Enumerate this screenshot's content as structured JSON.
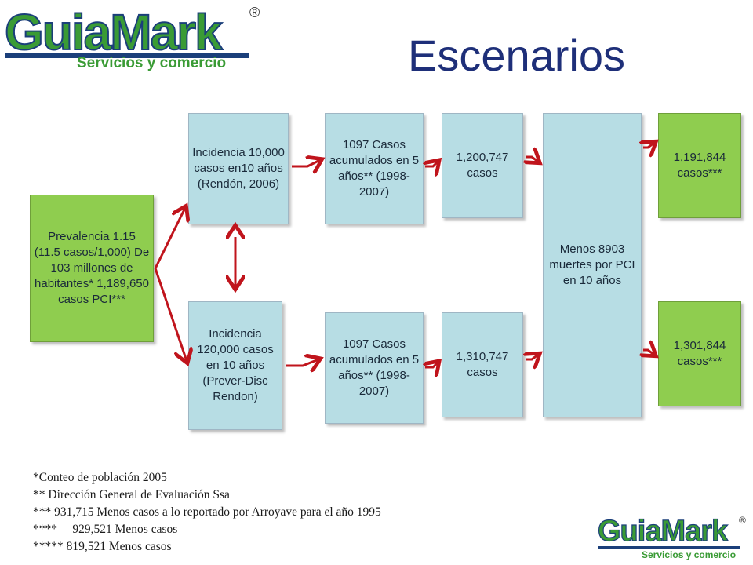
{
  "logo": {
    "word_a": "Guia",
    "word_b": "Mark",
    "reg": "®",
    "tagline": "Servicios y comercio"
  },
  "title": "Escenarios",
  "boxes": {
    "prevalencia": "Prevalencia 1.15 (11.5 casos/1,000) De 103 millones de habitantes* 1,189,650 casos PCI***",
    "incidencia_top": "Incidencia 10,000 casos en10 años (Rendón, 2006)",
    "incidencia_bottom": "Incidencia 120,000 casos en 10 años (Prever-Disc Rendon)",
    "acumulados_top": "1097 Casos acumulados en 5 años** (1998-2007)",
    "acumulados_bottom": "1097 Casos acumulados en 5 años** (1998-2007)",
    "casos_top": "1,200,747 casos",
    "casos_bottom": "1,310,747 casos",
    "menos_muertes": "Menos 8903 muertes por PCI en 10 años",
    "result_top": "1,191,844 casos***",
    "result_bottom": "1,301,844 casos***"
  },
  "notes": [
    "*Conteo de población 2005",
    "** Dirección General de Evaluación Ssa",
    "*** 931,715 Menos casos a lo reportado por Arroyave para el año 1995",
    "****     929,521 Menos casos",
    "***** 819,521 Menos casos"
  ],
  "colors": {
    "box_blue": "#b7dde4",
    "box_green": "#8fcd4f",
    "arrow": "#c0141c",
    "title": "#1e2f79"
  }
}
